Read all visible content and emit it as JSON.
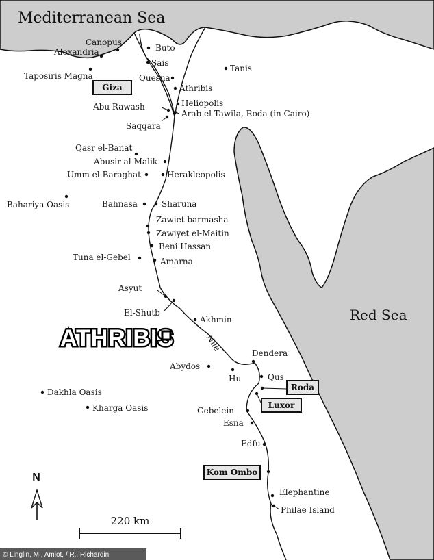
{
  "seas": {
    "mediterranean": "Mediterranean Sea",
    "red_sea": "Red Sea"
  },
  "river_label": "Nile",
  "sites": [
    {
      "id": "canopus",
      "label": "Canopus"
    },
    {
      "id": "alexandria",
      "label": "Alexandria"
    },
    {
      "id": "taposiris",
      "label": "Taposiris Magna"
    },
    {
      "id": "buto",
      "label": "Buto"
    },
    {
      "id": "sais",
      "label": "Sais"
    },
    {
      "id": "quesna",
      "label": "Quesna"
    },
    {
      "id": "tanis",
      "label": "Tanis"
    },
    {
      "id": "athribis-delta",
      "label": "Athribis"
    },
    {
      "id": "heliopolis",
      "label": "Heliopolis"
    },
    {
      "id": "abu-rawash",
      "label": "Abu Rawash"
    },
    {
      "id": "arab-el-tawila",
      "label": "Arab el-Tawila, Roda (in Cairo)"
    },
    {
      "id": "saqqara",
      "label": "Saqqara"
    },
    {
      "id": "qasr-el-banat",
      "label": "Qasr el-Banat"
    },
    {
      "id": "abusir-al-malik",
      "label": "Abusir al-Malik"
    },
    {
      "id": "umm-el-baraghat",
      "label": "Umm el-Baraghat"
    },
    {
      "id": "herakleopolis",
      "label": "Herakleopolis"
    },
    {
      "id": "bahariya",
      "label": "Bahariya Oasis"
    },
    {
      "id": "bahnasa",
      "label": "Bahnasa"
    },
    {
      "id": "sharuna",
      "label": "Sharuna"
    },
    {
      "id": "zawiet-barmasha",
      "label": "Zawiet barmasha"
    },
    {
      "id": "zawiyet-el-maitin",
      "label": "Zawiyet el-Maitin"
    },
    {
      "id": "beni-hassan",
      "label": "Beni Hassan"
    },
    {
      "id": "tuna-el-gebel",
      "label": "Tuna el-Gebel"
    },
    {
      "id": "amarna",
      "label": "Amarna"
    },
    {
      "id": "asyut",
      "label": "Asyut"
    },
    {
      "id": "el-shutb",
      "label": "El-Shutb"
    },
    {
      "id": "akhmin",
      "label": "Akhmin"
    },
    {
      "id": "dendera",
      "label": "Dendera"
    },
    {
      "id": "abydos",
      "label": "Abydos"
    },
    {
      "id": "hu",
      "label": "Hu"
    },
    {
      "id": "qus",
      "label": "Qus"
    },
    {
      "id": "dakhla",
      "label": "Dakhla Oasis"
    },
    {
      "id": "kharga",
      "label": "Kharga Oasis"
    },
    {
      "id": "gebelein",
      "label": "Gebelein"
    },
    {
      "id": "esna",
      "label": "Esna"
    },
    {
      "id": "edfu",
      "label": "Edfu"
    },
    {
      "id": "elephantine",
      "label": "Elephantine"
    },
    {
      "id": "philae",
      "label": "Philae Island"
    }
  ],
  "boxed_labels": {
    "giza": "Giza",
    "roda": "Roda",
    "luxor": "Luxor",
    "kom_ombo": "Kom Ombo"
  },
  "highlight": "ATHRIBIS",
  "north": "N",
  "scale": "220 km",
  "credit": "© Linglin, M., Amiot, / R., Richardin"
}
